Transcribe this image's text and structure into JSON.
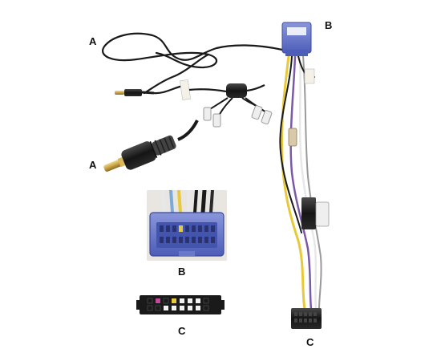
{
  "labels": {
    "a_top": "A",
    "a_bottom": "A",
    "b_right": "B",
    "b_inset": "B",
    "c_inset": "C",
    "c_right": "C"
  },
  "colors": {
    "background": "#ffffff",
    "cable": "#1a1a1a",
    "plug_gold": "#c9a447",
    "connector_blue": "#5f6fc4",
    "wire_yellow": "#e8c93a",
    "wire_purple": "#7a5aa8",
    "wire_white": "#e8e8e8",
    "wire_gray": "#9a9a9a"
  }
}
